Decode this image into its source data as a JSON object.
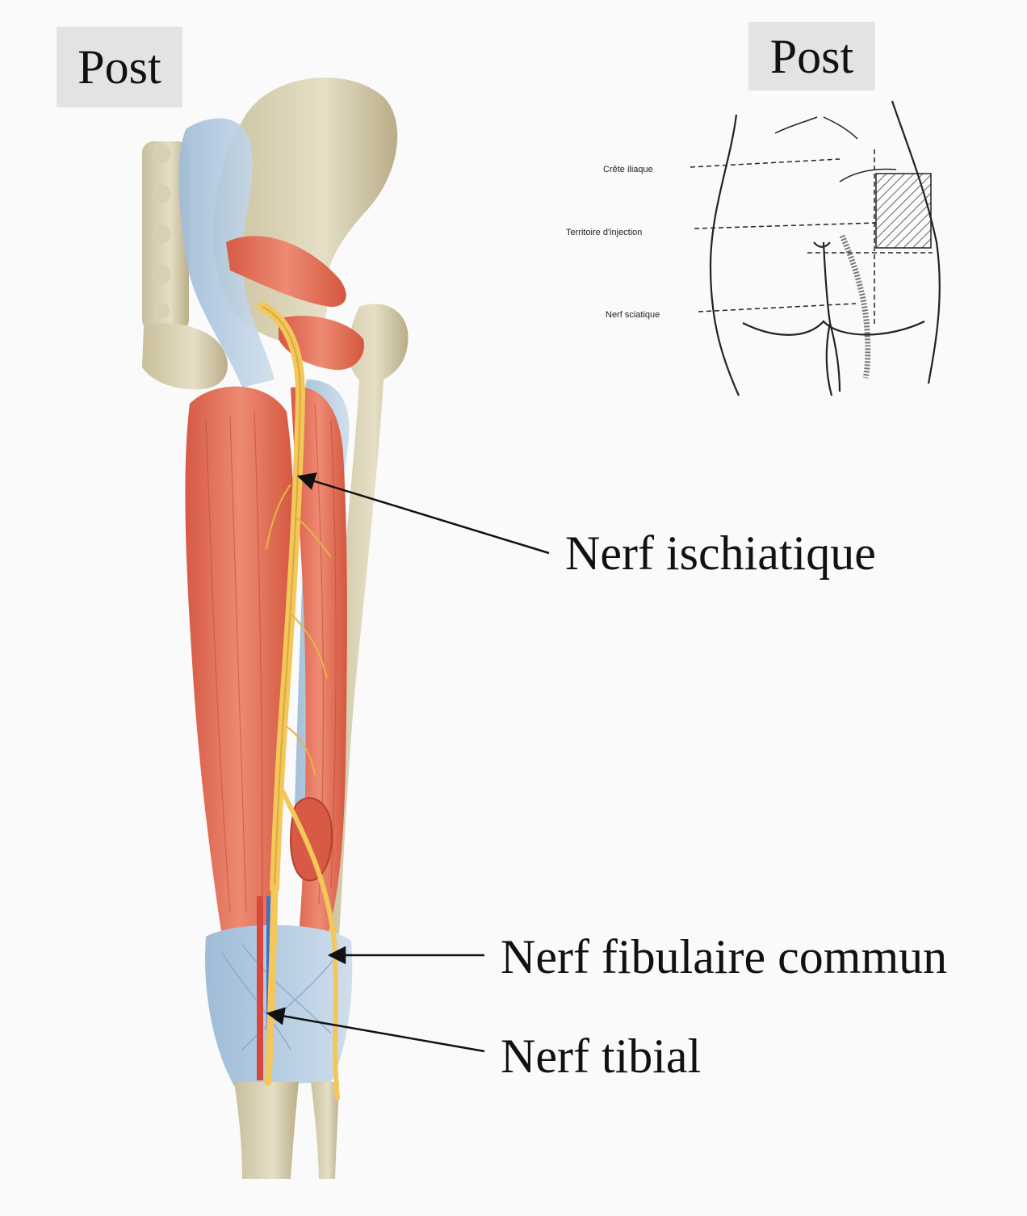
{
  "tags": {
    "left": "Post",
    "right": "Post"
  },
  "labels": {
    "ischiatique": "Nerf ischiatique",
    "fibulaire": "Nerf fibulaire commun",
    "tibial": "Nerf tibial"
  },
  "sketch": {
    "crete": "Crête iliaque",
    "territoire": "Territoire d'injection",
    "sciatique": "Nerf sciatique"
  },
  "colors": {
    "muscle": "#e2705a",
    "bone": "#d9d2b6",
    "ligament": "#a9c4de",
    "nerve": "#f3c75a",
    "artery": "#d8473a",
    "vein": "#3d6fc4"
  }
}
